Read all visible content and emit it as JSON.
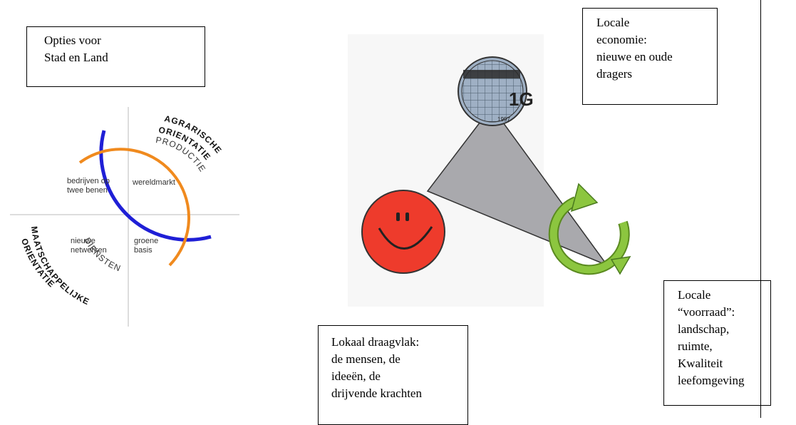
{
  "boxes": {
    "options": {
      "lines": [
        "Opties voor",
        "Stad en Land"
      ]
    },
    "economy": {
      "lines": [
        "Locale",
        "economie:",
        "nieuwe en oude",
        "dragers"
      ]
    },
    "support": {
      "lines": [
        "Lokaal draagvlak:",
        "de mensen, de",
        "ideeën, de",
        "drijvende krachten"
      ]
    },
    "stock": {
      "lines": [
        "Locale",
        "“voorraad”:",
        "landschap,",
        "ruimte,",
        "Kwaliteit",
        "leefomgeving"
      ]
    }
  },
  "circle": {
    "quadrants": {
      "top_left": [
        "bedrijven op",
        "twee benen"
      ],
      "top_right": [
        "wereldmarkt"
      ],
      "bottom_left": [
        "nieuwe",
        "netwerken"
      ],
      "bottom_right": [
        "groene",
        "basis"
      ]
    },
    "arc_labels": {
      "agrarische": "AGRARISCHE",
      "orientatie_top": "ORIENTATIE",
      "productie": "PRODUCTIE",
      "diensten": "DIENSTEN",
      "maatschappelijke": "MAATSCHAPPELIJKE",
      "orientatie_bottom": "ORIENTATIE"
    }
  },
  "coin": {
    "value": "1G",
    "year": "1997"
  },
  "colors": {
    "blue_arc": "#1f1fd6",
    "orange_arc": "#f08a1e",
    "triangle": "#a9a9ad",
    "smiley": "#ee3b2c",
    "recycle": "#8cc63f",
    "coin": "#9fb0c4"
  }
}
